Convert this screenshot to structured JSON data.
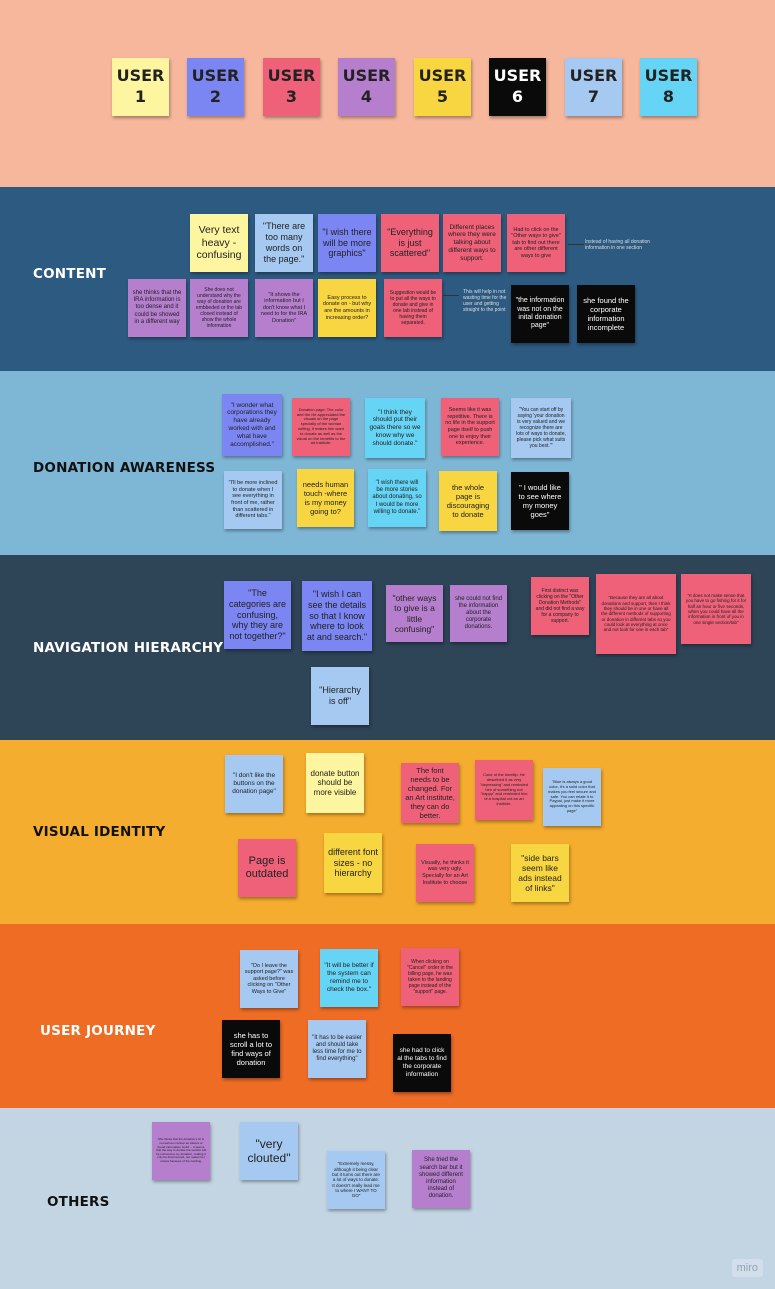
{
  "users": [
    {
      "label": "USER\n1",
      "color": "#fdf59f",
      "text": "#222"
    },
    {
      "label": "USER\n2",
      "color": "#7b86f2",
      "text": "#222"
    },
    {
      "label": "USER\n3",
      "color": "#ee6179",
      "text": "#222"
    },
    {
      "label": "USER\n4",
      "color": "#b57fce",
      "text": "#222"
    },
    {
      "label": "USER\n5",
      "color": "#f8d641",
      "text": "#222"
    },
    {
      "label": "USER\n6",
      "color": "#0a0a0a",
      "text": "#ffffff"
    },
    {
      "label": "USER\n7",
      "color": "#a5c9f1",
      "text": "#222"
    },
    {
      "label": "USER\n8",
      "color": "#66d4f5",
      "text": "#222"
    }
  ],
  "sections": [
    {
      "title": "CONTENT",
      "bg": "#2d5a80",
      "title_color": "#ffffff"
    },
    {
      "title": "DONATION AWARENESS",
      "bg": "#7eb7d6",
      "title_color": "#111111"
    },
    {
      "title": "NAVIGATION HIERARCHY",
      "bg": "#2e4457",
      "title_color": "#ffffff"
    },
    {
      "title": "VISUAL IDENTITY",
      "bg": "#f4ad2e",
      "title_color": "#111111"
    },
    {
      "title": "USER JOURNEY",
      "bg": "#ef6c25",
      "title_color": "#ffffff"
    },
    {
      "title": "OTHERS",
      "bg": "#c3d5e3",
      "title_color": "#111111"
    }
  ],
  "header": {
    "bg": "#f6b79c"
  },
  "content": {
    "notes": [
      "Very text heavy - confusing",
      "\"There are too many words on the page.\"",
      "\"I wish there will be more graphics\"",
      "\"Everything is just scattered\"",
      "Different places where they were talking about different ways to support.",
      "Had to click on the \"Other ways to give\" tab to find out there are other different ways to give",
      "she thinks that the IRA information is too dense and it could be showed in a different way",
      "She does not understand why the way of donation are embbeded or the tab closed instead of show the whole information",
      "\"It shows the information but I don't know what I need to for the IRA Donation\"",
      "Easy process to donate on - but why are the amounts in increasing order?",
      "Suggestion would be to put all the ways to donate and give in one tab instead of having them separated.",
      "\"the information was not on the inital donation page\"",
      "she found the corporate information incomplete"
    ],
    "side_text_1": "Instead of having all donation information in one section",
    "side_text_2": "This will help in not wasting time for the user and getting straight to the point"
  },
  "awareness": {
    "notes": [
      "\"I wonder what corporations they have already worked with and what have accomplished.\"",
      "Donation page: The color and the He appreciated the visuals on the page specially of the woman writing, it makes him want to donate as well as the visual on the benefits to the art institute.",
      "\"I think they should put their goals there so we know why we should donate.\"",
      "Seems like it was repetitive. There is no life in the support page itself to push one to enjoy their experience.",
      "\"You can start off by saying 'your donation is very valued and we recognize there are lots of ways to donate, please pick what suits you best.'\"",
      "\"I'll be more inclined to donate when I see everything in front of me, rather than scattered in different tabs.\"",
      "needs human touch -where is my money going to?",
      "\"I wish there will be more stories about donating, so I would be more willing to donate.\"",
      "the whole page is discouraging to donate",
      "\" I would like to see where my money goes\""
    ]
  },
  "navigation": {
    "notes": [
      "\"The categories are confusing, why they are not together?\"",
      "\"I wish I can see the details so that I know where to look at and search.\"",
      "\"other ways to give is a little confusing\"",
      "she could not find the information about the corporate donations.",
      "First distinct was clicking on the \"Other Donation Methods\" and did not find a way for a company to support.",
      "\"Because they are all about donations and support, then I think they should be in one or have all the different methods of supporting or donation in different tabs so you could look at everything at once and not look for one in each tab\"",
      "\"It does not make sense that you have to go fishing for it for half an hour or five seconds, when you could have all the information in front of you in one single section/tab\"",
      "\"Hierarchy is off\""
    ]
  },
  "visual": {
    "notes": [
      "\"I don't like the buttons on the donation page\"",
      "donate button should be more visible",
      "The font needs to be changed. For an Art institute, they can do better.",
      "Color of the timeflip: He described it as very \"depressing\" and reminded him of something not \"happy\" and reminded him of a hospital not an art institute.",
      "\"Blue is always a good color, it's a solid color that makes you feel secure and safe. You can relate it to Paypal, just make it more appealing on this specific page\"",
      "Page is outdated",
      "different font sizes - no hierarchy",
      "Visually, he thinks it was very ugly. Specially for an Art Institute to choose",
      "\"side bars seem like ads instead of links\""
    ]
  },
  "journey": {
    "notes": [
      "\"Do I leave the support page?\" was asked before clicking on \"Other Ways to Give\"",
      "\"It will be better if the system can remind me to check the box.\"",
      "When clicking on \"Cancel\" order in the billing page, he was taken to the landing page instead of the \"support\" page.",
      "she has to scroll a lot to find ways of donation",
      "\"It has to be easier and should take less time for me to find everything\"",
      "she had to click al the tabs to find the corporate information"
    ]
  },
  "others": {
    "notes": [
      "She thinks that the donation's UI is not well as mockup as visitors or broad information could ... it seems that the way to donate the section will be mirrored to my donation, making it only be documented, not makes her unsure because of the wording.",
      "\"very clouted\"",
      "\"Extremely messy, although it being clear but it turns out there are a lot of ways to donate. It doesn't really lead me to where I WANT TO GO\"",
      "She tried the search bar but it showed different information instead of donation."
    ]
  },
  "brand": "miro"
}
